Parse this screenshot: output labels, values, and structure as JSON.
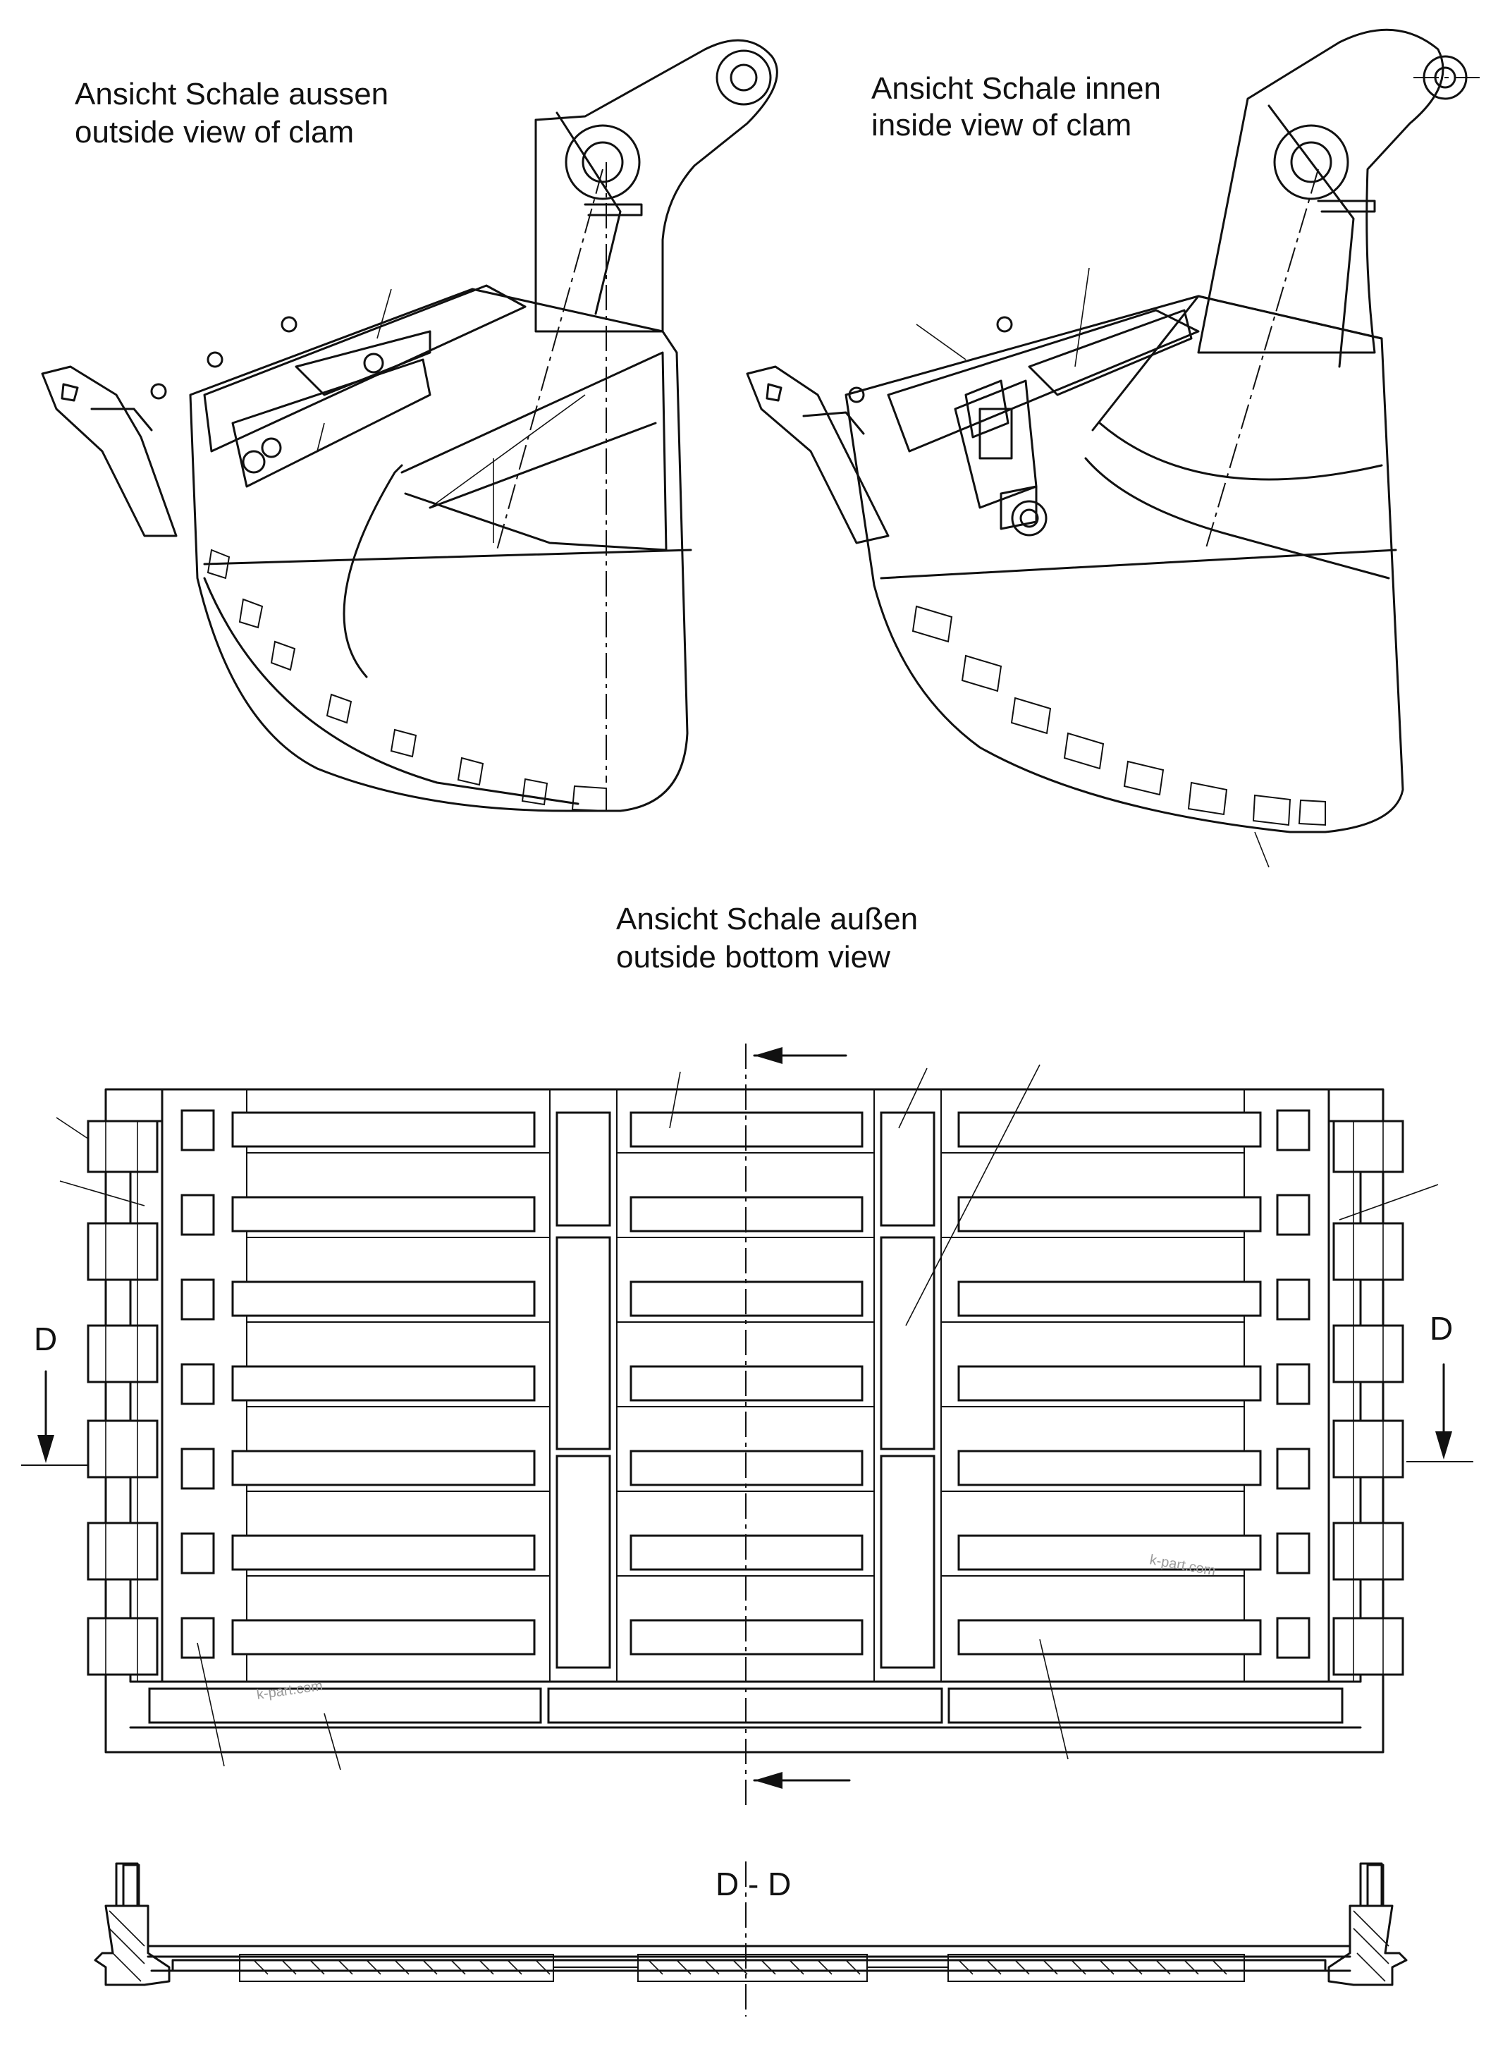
{
  "views": {
    "outside": {
      "line1": "Ansicht Schale aussen",
      "line2": "outside view of clam"
    },
    "inside": {
      "line1": "Ansicht Schale innen",
      "line2": "inside view of clam"
    },
    "bottom": {
      "line1": "Ansicht Schale außen",
      "line2": "outside bottom view"
    }
  },
  "section": {
    "marker_left": "D",
    "marker_right": "D",
    "label": "D - D"
  },
  "watermark": "k-part.com",
  "colors": {
    "ink": "#111111",
    "paper": "#ffffff",
    "watermark": "#9a9a9a"
  }
}
